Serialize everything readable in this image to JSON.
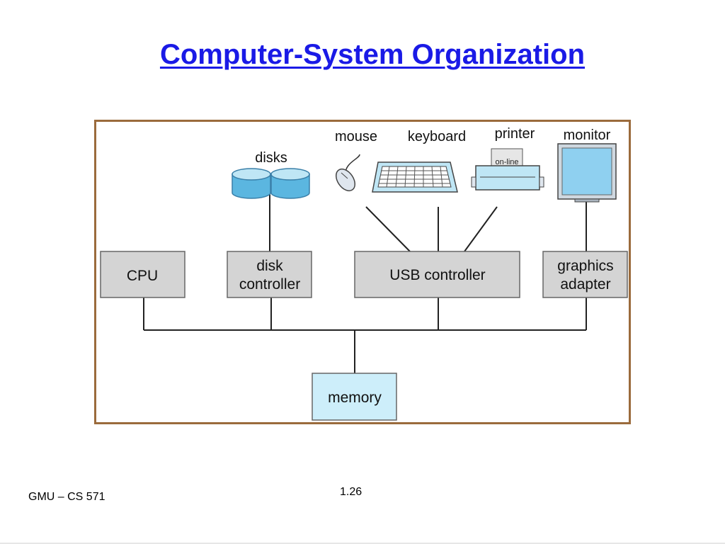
{
  "title": "Computer-System Organization",
  "devices": {
    "disks": "disks",
    "mouse": "mouse",
    "keyboard": "keyboard",
    "printer": "printer",
    "printer_panel": "on-line",
    "monitor": "monitor"
  },
  "boxes": {
    "cpu": "CPU",
    "disk_controller": [
      "disk",
      "controller"
    ],
    "usb_controller": "USB controller",
    "graphics_adapter": [
      "graphics",
      "adapter"
    ],
    "memory": "memory"
  },
  "colors": {
    "title": "#1a1ae6",
    "frame": "#9b6b3c",
    "controller_fill": "#d4d4d4",
    "memory_fill": "#cdeefa",
    "device_blue": "#bfe6f5"
  },
  "footer": {
    "left": "GMU – CS 571",
    "page": "1.26"
  }
}
